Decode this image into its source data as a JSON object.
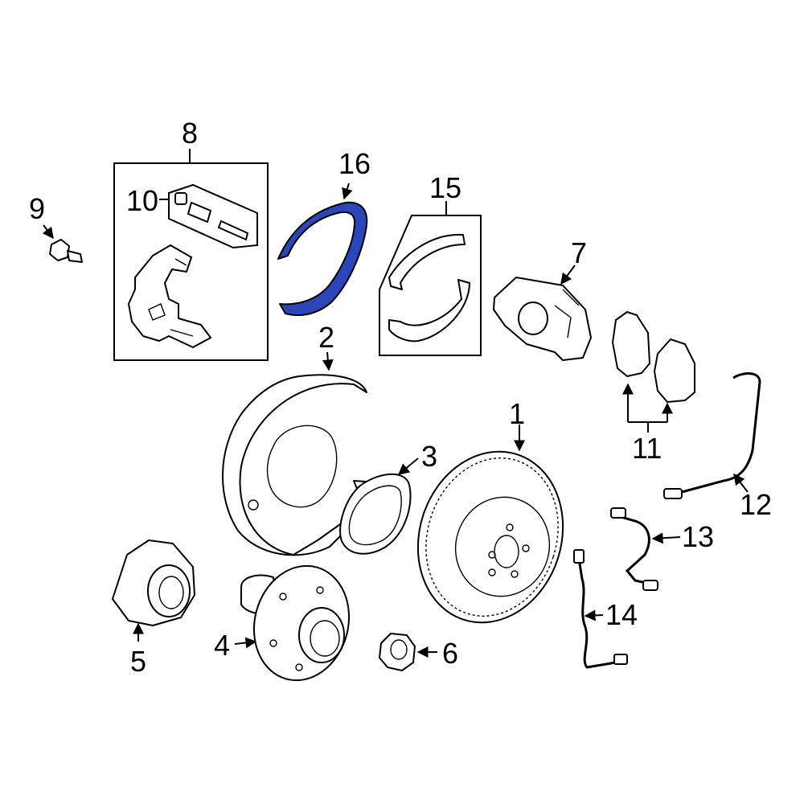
{
  "callouts": [
    {
      "id": "1",
      "label": "1"
    },
    {
      "id": "2",
      "label": "2"
    },
    {
      "id": "3",
      "label": "3"
    },
    {
      "id": "4",
      "label": "4"
    },
    {
      "id": "5",
      "label": "5"
    },
    {
      "id": "6",
      "label": "6"
    },
    {
      "id": "7",
      "label": "7"
    },
    {
      "id": "8",
      "label": "8"
    },
    {
      "id": "9",
      "label": "9"
    },
    {
      "id": "10",
      "label": "10"
    },
    {
      "id": "11",
      "label": "11"
    },
    {
      "id": "12",
      "label": "12"
    },
    {
      "id": "13",
      "label": "13"
    },
    {
      "id": "14",
      "label": "14"
    },
    {
      "id": "15",
      "label": "15"
    },
    {
      "id": "16",
      "label": "16"
    }
  ],
  "highlighted_part": "16",
  "colors": {
    "highlight": "#2b46b8",
    "line": "#000000",
    "background": "#ffffff"
  }
}
